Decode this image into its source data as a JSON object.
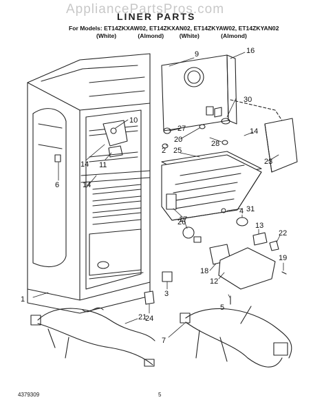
{
  "watermark": "AppliancePartsPros.com",
  "header": {
    "title": "LINER PARTS",
    "models": "For Models: ET14ZKXAW02, ET14ZKXAN02, ET14ZKYAW02, ET14ZKYAN02",
    "colors": [
      "(White)",
      "(Almond)",
      "(White)",
      "(Almond)"
    ]
  },
  "footer": {
    "doc_number": "4379309",
    "page_number": "5"
  },
  "callouts": [
    "1",
    "2",
    "3",
    "4",
    "5",
    "6",
    "7",
    "9",
    "10",
    "11",
    "12",
    "13",
    "14",
    "14",
    "14",
    "16",
    "17",
    "18",
    "19",
    "20",
    "21",
    "22",
    "23",
    "24",
    "25",
    "26",
    "27",
    "28",
    "30",
    "31"
  ]
}
